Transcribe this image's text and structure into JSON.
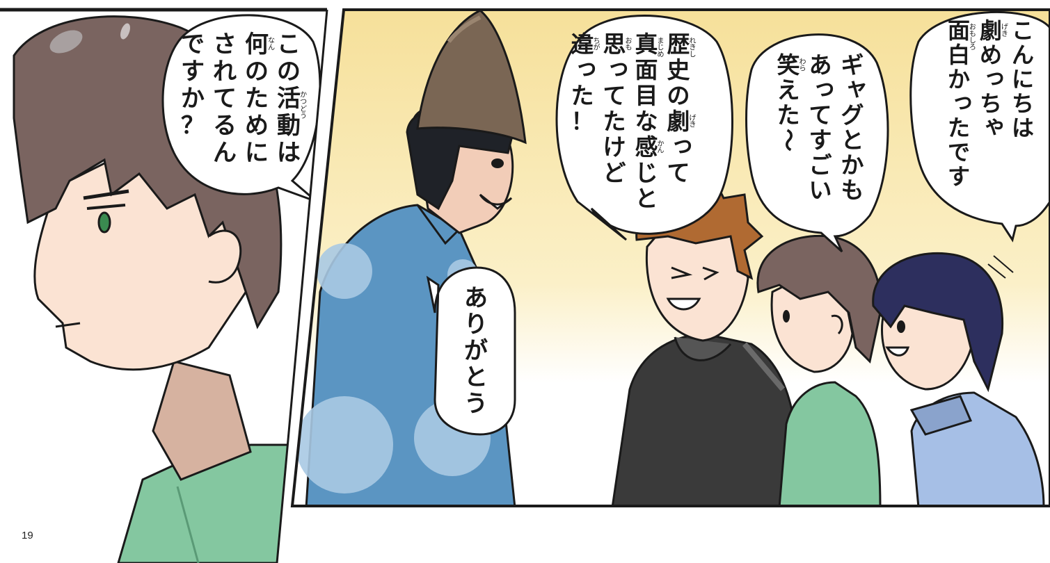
{
  "page": {
    "number": "19"
  },
  "bubbles": {
    "left_question": {
      "lines": [
        "この活動は",
        "何のために",
        "されてるん",
        "ですか？"
      ],
      "ruby": [
        {
          "text": "かつどう",
          "line": 0,
          "char": 2
        },
        {
          "text": "なん",
          "line": 1,
          "char": 0
        }
      ]
    },
    "history_comment": {
      "lines": [
        "歴史の劇って",
        "真面目な感じと",
        "思ってたけど",
        "違った！"
      ],
      "ruby": [
        {
          "text": "れきし",
          "line": 0,
          "char": 0
        },
        {
          "text": "げき",
          "line": 0,
          "char": 3
        },
        {
          "text": "まじめ",
          "line": 1,
          "char": 0
        },
        {
          "text": "かん",
          "line": 1,
          "char": 4
        },
        {
          "text": "おも",
          "line": 2,
          "char": 0
        },
        {
          "text": "ちが",
          "line": 3,
          "char": 0
        }
      ]
    },
    "gag_comment": {
      "lines": [
        "ギャグとかも",
        "あってすごい",
        "笑えた～"
      ],
      "ruby": [
        {
          "text": "わら",
          "line": 2,
          "char": 0
        }
      ]
    },
    "fun_comment": {
      "lines": [
        "こんにちは",
        "劇めっちゃ",
        "面白かったです"
      ],
      "ruby": [
        {
          "text": "げき",
          "line": 1,
          "char": 0
        },
        {
          "text": "おもしろ",
          "line": 2,
          "char": 0
        }
      ]
    },
    "thanks": {
      "lines": [
        "ありがとう"
      ],
      "ruby": []
    }
  },
  "colors": {
    "panel_glow_top": "#f6e09a",
    "panel_glow_bottom": "#ffffff",
    "kimono_blue": "#5b95c2",
    "hat_brown": "#7a6654",
    "green_shirt": "#84c7a0",
    "black_shirt": "#3a3a3a",
    "light_blue_shirt": "#a6bfe6",
    "brown_hair": "#7a6460",
    "navy_hair": "#2d2f5e",
    "orange_hair": "#b06a32",
    "skin": "#fbe3d3"
  }
}
